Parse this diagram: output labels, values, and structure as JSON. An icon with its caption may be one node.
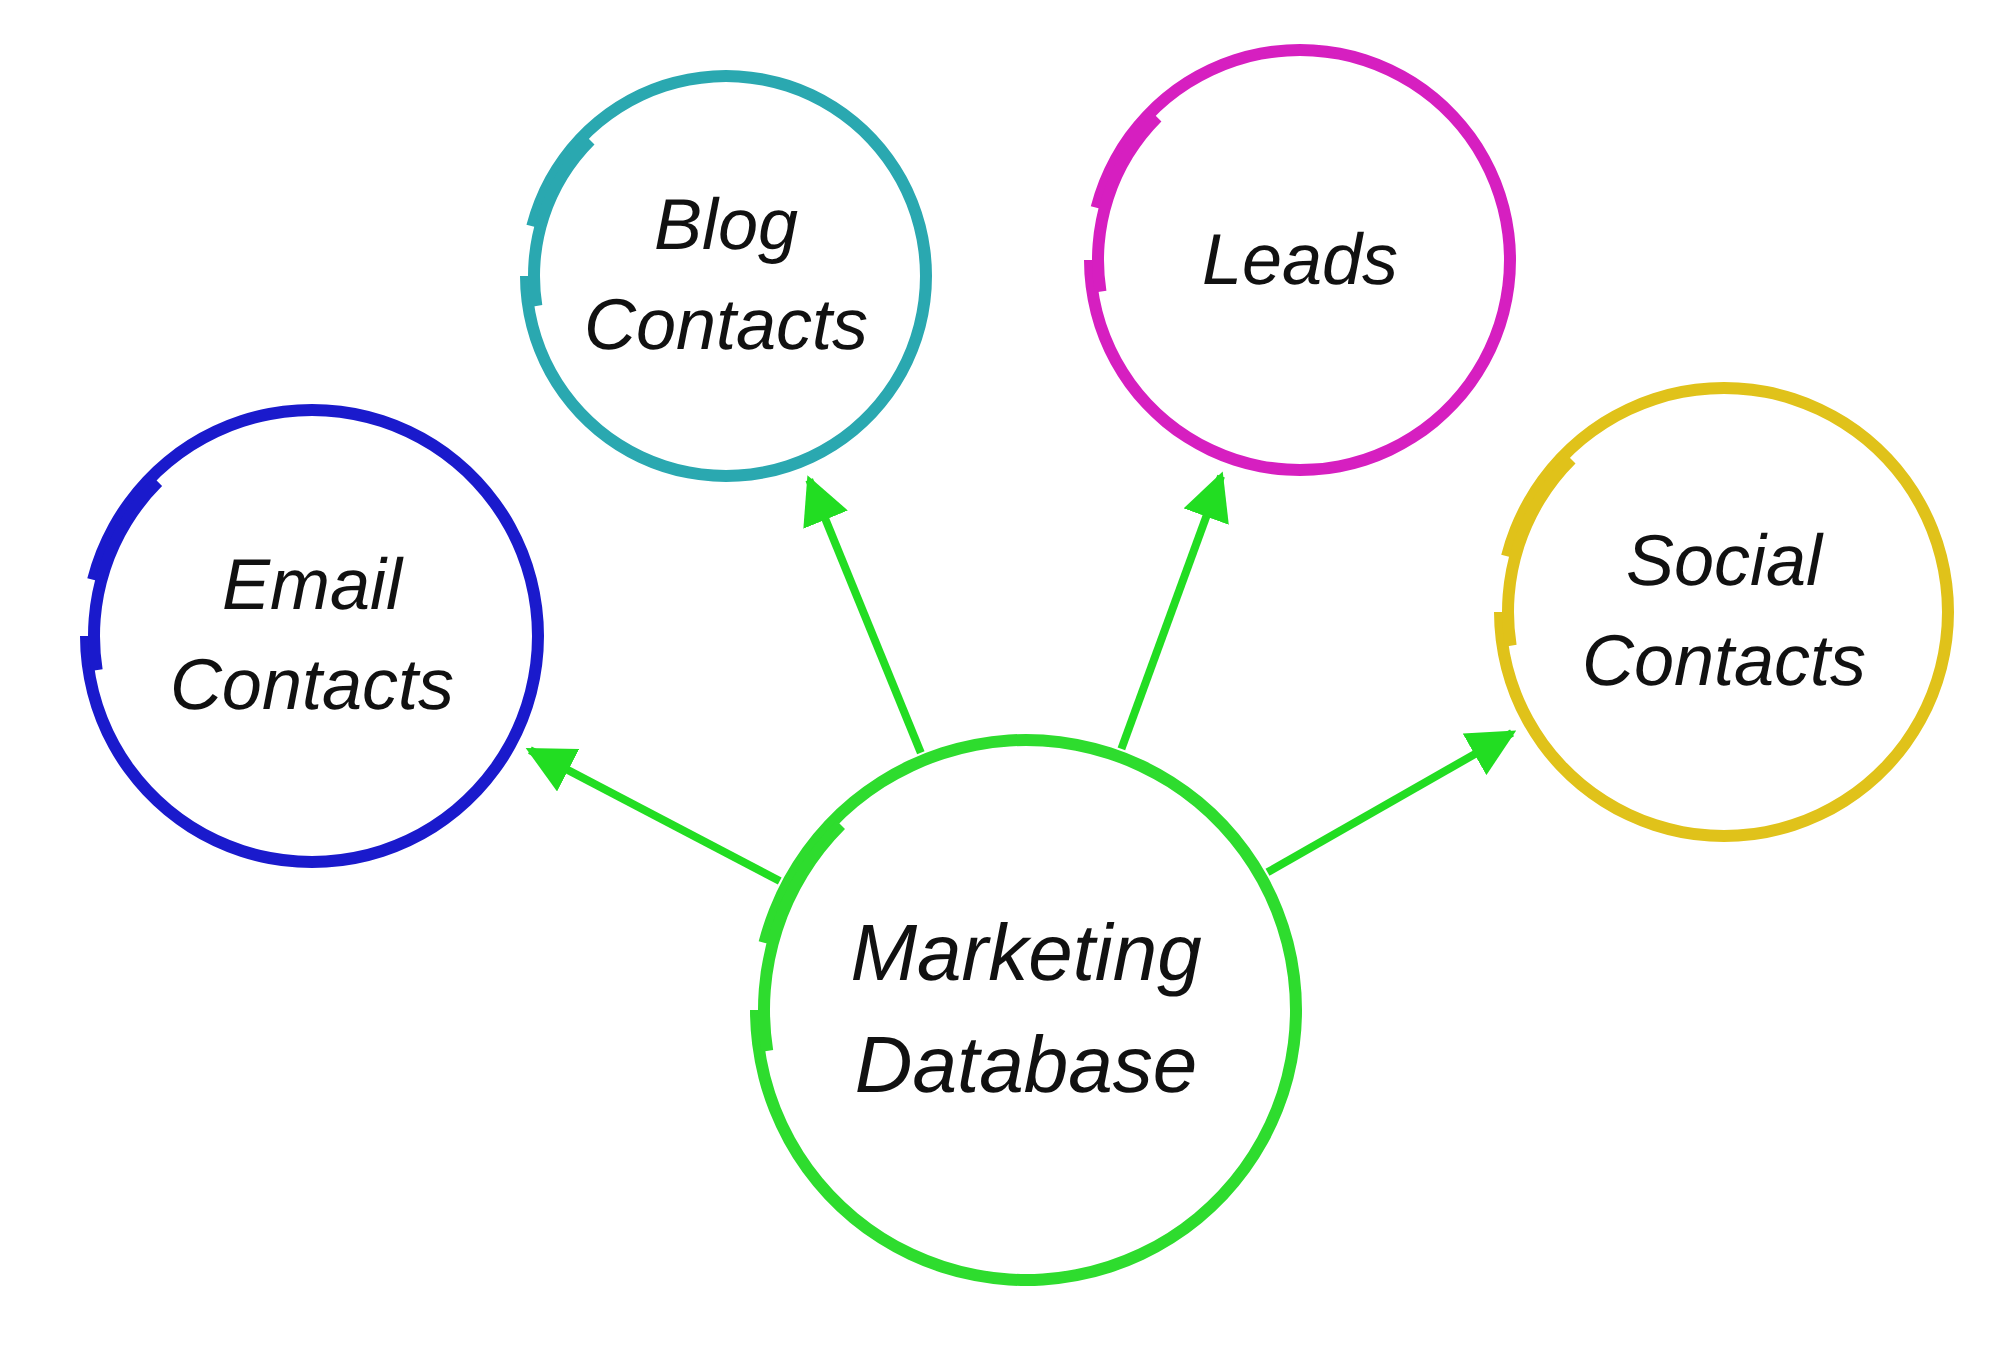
{
  "diagram": {
    "nodes": [
      {
        "text": [
          "Marketing Database"
        ]
      },
      {
        "text": [
          "Email Contacts"
        ]
      },
      {
        "text": [
          "Blog Contacts"
        ]
      },
      {
        "text": [
          "Leads"
        ]
      },
      {
        "text": [
          "Social Contacts"
        ]
      }
    ],
    "edges": [
      {
        "from": 0,
        "to": 1,
        "arrow": "to"
      },
      {
        "from": 0,
        "to": 2,
        "arrow": "to"
      },
      {
        "from": 0,
        "to": 3,
        "arrow": "to"
      },
      {
        "from": 0,
        "to": 4,
        "arrow": "to"
      }
    ]
  }
}
